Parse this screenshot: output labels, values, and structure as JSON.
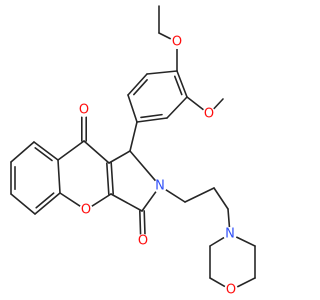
{
  "colors": {
    "bond": "#262626",
    "oxygen": "#ff0d0d",
    "nitrogen": "#3050f8",
    "background": "#ffffff"
  },
  "atoms": {
    "o_ethoxy": "O",
    "o_methoxy": "O",
    "o_ketone": "O",
    "o_ring": "O",
    "o_lactam": "O",
    "n_lactam": "N",
    "n_morpholine": "N",
    "o_morpholine": "O"
  }
}
